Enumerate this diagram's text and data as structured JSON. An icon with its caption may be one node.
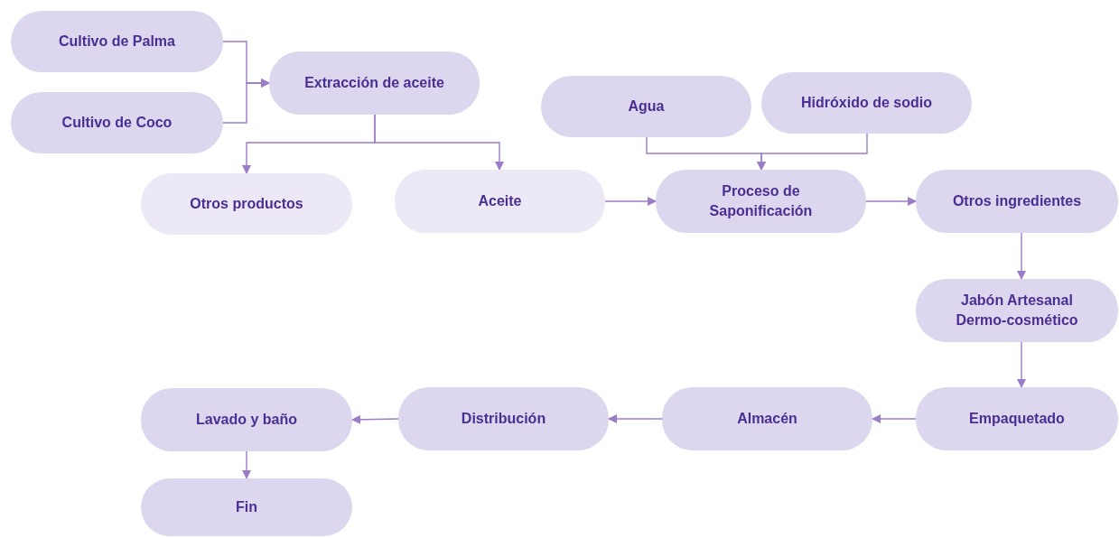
{
  "diagram": {
    "nodes": [
      {
        "text": [
          "Cultivo de Palma"
        ]
      },
      {
        "text": [
          "Cultivo de Coco"
        ]
      },
      {
        "text": [
          "Extracción de aceite"
        ]
      },
      {
        "text": [
          "Otros productos"
        ]
      },
      {
        "text": [
          "Aceite"
        ]
      },
      {
        "text": [
          "Agua"
        ]
      },
      {
        "text": [
          "Hidróxido de sodio"
        ]
      },
      {
        "text": [
          "Proceso de Saponificación"
        ]
      },
      {
        "text": [
          "Otros ingredientes"
        ]
      },
      {
        "text": [
          "Jabón Artesanal Dermo-cosmético"
        ]
      },
      {
        "text": [
          "Empaquetado"
        ]
      },
      {
        "text": [
          "Almacén"
        ]
      },
      {
        "text": [
          "Distribución"
        ]
      },
      {
        "text": [
          "Lavado y baño"
        ]
      },
      {
        "text": [
          "Fin"
        ]
      }
    ],
    "edges": [
      {
        "from": 0,
        "to": 2,
        "arrow": "to"
      },
      {
        "from": 1,
        "to": 2,
        "arrow": "to"
      },
      {
        "from": 2,
        "to": 3,
        "arrow": "to"
      },
      {
        "from": 2,
        "to": 4,
        "arrow": "to"
      },
      {
        "from": 4,
        "to": 7,
        "arrow": "to"
      },
      {
        "from": 5,
        "to": 7,
        "arrow": "to"
      },
      {
        "from": 6,
        "to": 7,
        "arrow": "to"
      },
      {
        "from": 7,
        "to": 8,
        "arrow": "to"
      },
      {
        "from": 8,
        "to": 9,
        "arrow": "to"
      },
      {
        "from": 9,
        "to": 10,
        "arrow": "to"
      },
      {
        "from": 10,
        "to": 11,
        "arrow": "to"
      },
      {
        "from": 11,
        "to": 12,
        "arrow": "to"
      },
      {
        "from": 12,
        "to": 13,
        "arrow": "to"
      },
      {
        "from": 13,
        "to": 14,
        "arrow": "to"
      }
    ]
  }
}
